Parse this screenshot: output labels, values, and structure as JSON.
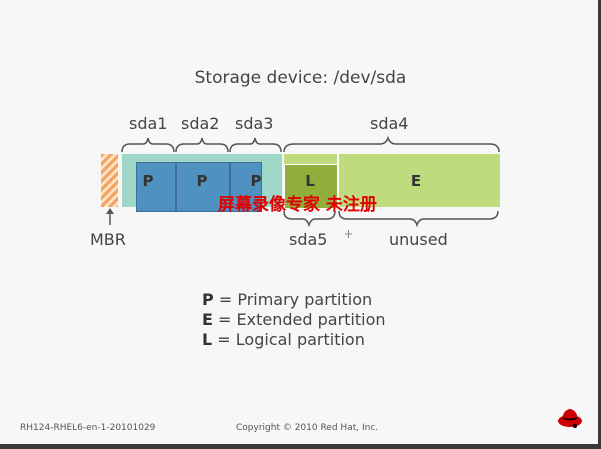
{
  "title": "Storage device: /dev/sda",
  "partitions": {
    "sda1": "sda1",
    "sda2": "sda2",
    "sda3": "sda3",
    "sda4": "sda4",
    "sda5": "sda5",
    "unused": "unused",
    "mbr": "MBR"
  },
  "blocks": {
    "p1": "P",
    "p2": "P",
    "p3": "P",
    "l": "L",
    "e": "E"
  },
  "legend": [
    {
      "key": "P",
      "text": "= Primary partition"
    },
    {
      "key": "E",
      "text": "= Extended partition"
    },
    {
      "key": "L",
      "text": "= Logical partition"
    }
  ],
  "footer": {
    "left": "RH124-RHEL6-en-1-20101029",
    "center": "Copyright © 2010 Red Hat, Inc."
  },
  "watermark": "屏幕录像专家 未注册",
  "colors": {
    "mbr_orange": "#f4a460",
    "teal": "#9fd8c8",
    "primary_blue": "#4f91c0",
    "logical_olive": "#8fae3a",
    "extended_green": "#bedc7e"
  },
  "logo": "redhat-shadowman-icon"
}
